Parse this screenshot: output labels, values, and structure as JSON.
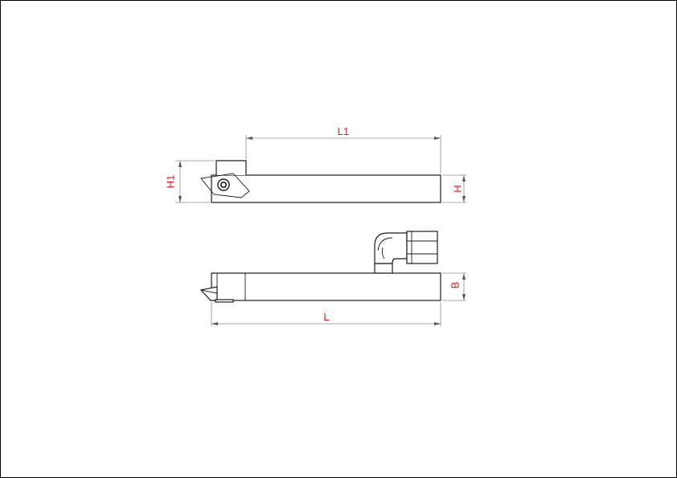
{
  "drawing": {
    "dimension_labels": {
      "L1": "L1",
      "H": "H",
      "H1": "H1",
      "B": "B",
      "L": "L"
    },
    "colors": {
      "dimension_text": "#e8141b",
      "outline": "#1a1a1a",
      "dimension_line": "#8c8c8c",
      "frame": "#000000"
    }
  }
}
